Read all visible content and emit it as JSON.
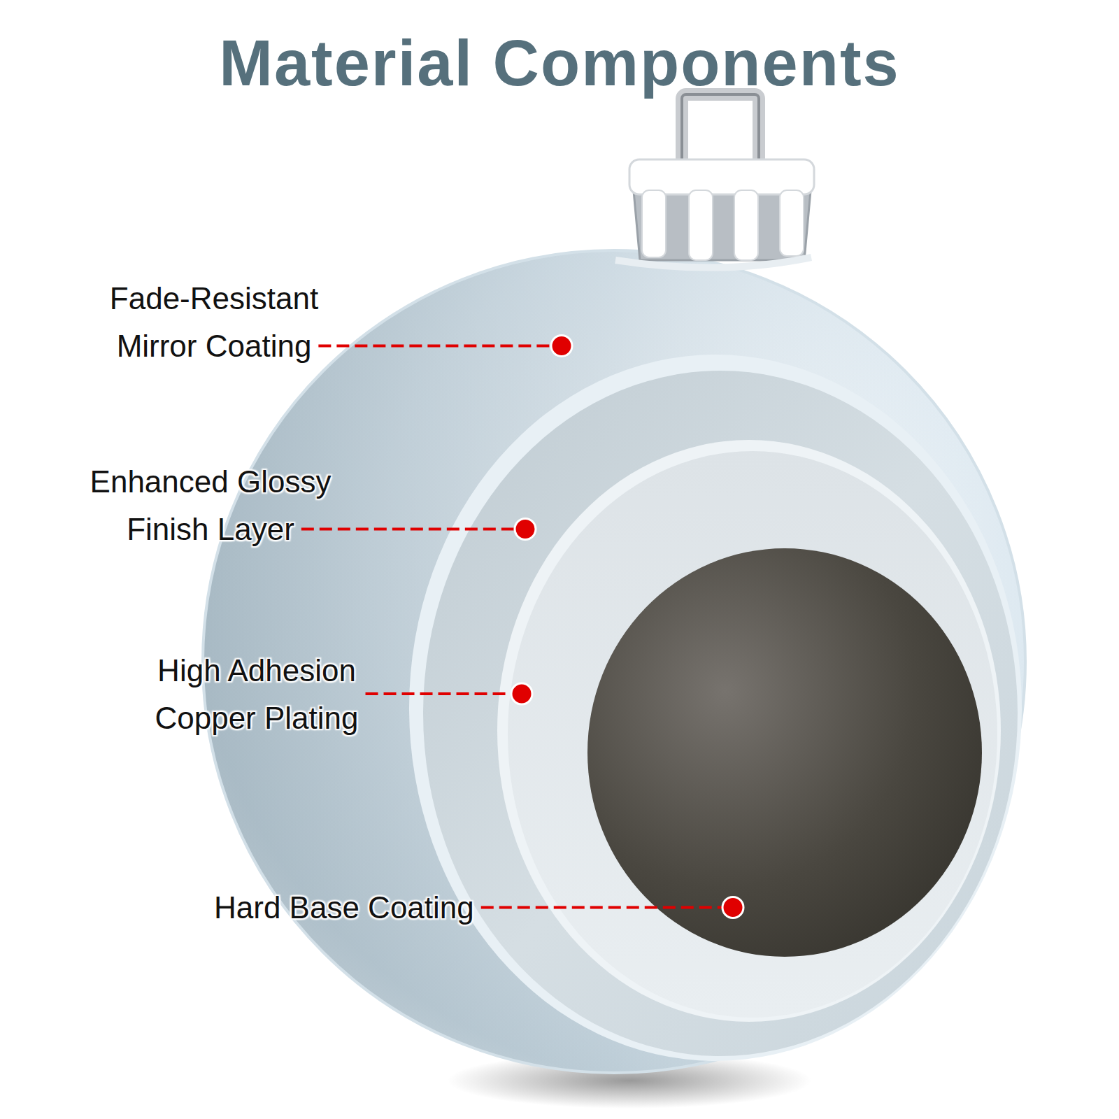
{
  "diagram": {
    "title": "Material Components",
    "labels": [
      "Fade-Resistant Mirror Coating",
      "Enhanced Glossy Finish Layer",
      "High Adhesion Copper Plating",
      "Hard Base Coating"
    ]
  }
}
